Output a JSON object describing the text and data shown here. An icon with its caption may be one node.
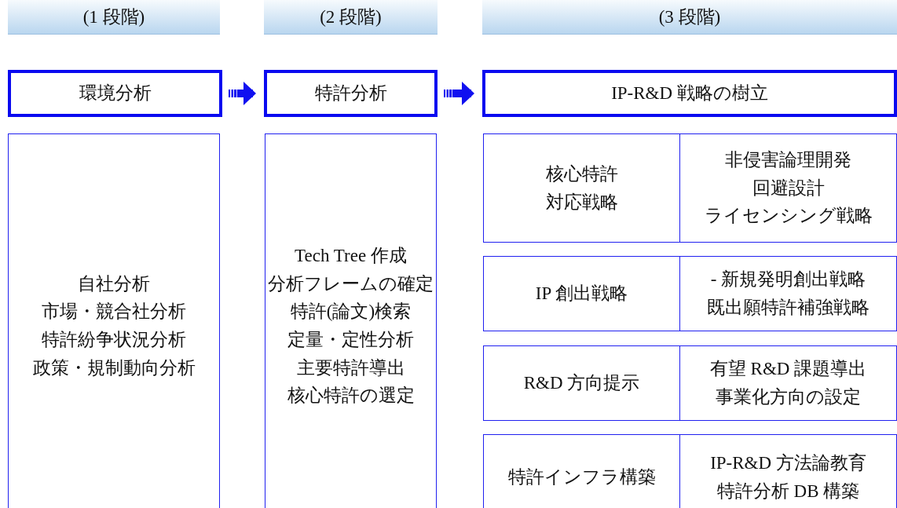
{
  "diagram": {
    "nodes": [
      {
        "text": [
          "(1 段階)"
        ]
      },
      {
        "text": [
          "(2 段階)"
        ]
      },
      {
        "text": [
          "(3 段階)"
        ]
      },
      {
        "text": [
          "環境分析"
        ]
      },
      {
        "text": [
          "特許分析"
        ]
      },
      {
        "text": [
          "IP-R&D 戦略の樹立"
        ]
      },
      {
        "text": [
          "自社分析",
          "市場・競合社分析",
          "特許紛争状況分析",
          "政策・規制動向分析"
        ]
      },
      {
        "text": [
          "Tech Tree 作成",
          "分析フレームの確定",
          "特許(論文)検索",
          "定量・定性分析",
          "主要特許導出",
          "核心特許の選定"
        ]
      },
      {
        "text": [
          "核心特許",
          "対応戦略",
          "非侵害論理開発",
          "回避設計",
          "ライセンシング戦略"
        ]
      },
      {
        "text": [
          "IP 創出戦略",
          "-  新規発明創出戦略",
          "既出願特許補強戦略"
        ]
      },
      {
        "text": [
          "R&D 方向提示",
          "有望 R&D 課題導出",
          "事業化方向の設定"
        ]
      },
      {
        "text": [
          "特許インフラ構築",
          "IP-R&D 方法論教育",
          "特許分析 DB 構築"
        ]
      }
    ],
    "edges": [
      {
        "from": 3,
        "to": 4,
        "arrow": "to"
      },
      {
        "from": 4,
        "to": 5,
        "arrow": "to"
      }
    ]
  }
}
